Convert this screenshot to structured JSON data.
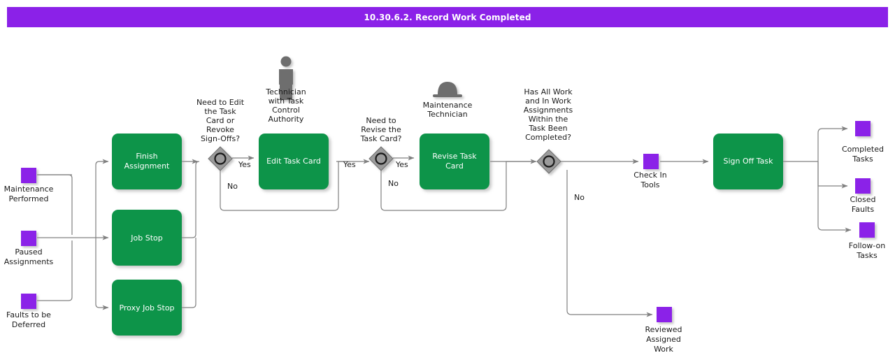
{
  "header": {
    "title": "10.30.6.2. Record Work Completed",
    "bar_color": "#8B21E8",
    "text_color": "#FFFFFF"
  },
  "theme": {
    "data_object_color": "#8B21E8",
    "task_color": "#09944A",
    "gateway_fill": "#9B9B9B",
    "gateway_stroke": "#555555",
    "connector_color": "#808080",
    "role_icon_color": "#6E6E6E",
    "label_color": "#1A1A1A"
  },
  "diagram": {
    "type": "bpmn-process-flow",
    "inputs": [
      {
        "id": "in-maintenance-performed",
        "label": "Maintenance\nPerformed",
        "line1": "Maintenance",
        "line2": "Performed",
        "kind": "data-object"
      },
      {
        "id": "in-paused-assignments",
        "label": "Paused\nAssignments",
        "line1": "Paused",
        "line2": "Assignments",
        "kind": "data-object"
      },
      {
        "id": "in-faults-to-be-deferred",
        "label": "Faults to be\nDeferred",
        "line1": "Faults to be",
        "line2": "Deferred",
        "kind": "data-object"
      }
    ],
    "tasks": [
      {
        "id": "task-finish-assignment",
        "line1": "Finish",
        "line2": "Assignment",
        "kind": "task"
      },
      {
        "id": "task-job-stop",
        "line1": "Job Stop",
        "line2": "",
        "kind": "task"
      },
      {
        "id": "task-proxy-job-stop",
        "line1": "Proxy Job Stop",
        "line2": "",
        "kind": "task"
      },
      {
        "id": "task-edit-task-card",
        "line1": "Edit Task Card",
        "line2": "",
        "kind": "task"
      },
      {
        "id": "task-revise-task-card",
        "line1": "Revise Task",
        "line2": "Card",
        "kind": "task"
      },
      {
        "id": "task-sign-off-task",
        "line1": "Sign Off Task",
        "line2": "",
        "kind": "task"
      }
    ],
    "gateways": [
      {
        "id": "gw-need-to-edit",
        "kind": "event-based-gateway",
        "question_lines": [
          "Need to Edit",
          "the Task",
          "Card or",
          "Revoke",
          "Sign-Offs?"
        ],
        "branches": [
          "Yes",
          "No"
        ]
      },
      {
        "id": "gw-need-to-revise",
        "kind": "event-based-gateway",
        "question_lines": [
          "Need to",
          "Revise the",
          "Task Card?"
        ],
        "branches": [
          "Yes",
          "No"
        ]
      },
      {
        "id": "gw-all-work-completed",
        "kind": "event-based-gateway",
        "question_lines": [
          "Has All Work",
          "and In Work",
          "Assignments",
          "Within the",
          "Task Been",
          "Completed?"
        ],
        "branches": [
          "No"
        ]
      }
    ],
    "roles": [
      {
        "id": "role-technician-task-control-authority",
        "icon": "person-icon",
        "lines": [
          "Technician",
          "with Task",
          "Control",
          "Authority"
        ]
      },
      {
        "id": "role-maintenance-technician",
        "icon": "role-hat-icon",
        "lines": [
          "Maintenance",
          "Technician"
        ]
      }
    ],
    "intermediate_data": [
      {
        "id": "data-check-in-tools",
        "line1": "Check In",
        "line2": "Tools",
        "kind": "data-object"
      }
    ],
    "outputs": [
      {
        "id": "out-completed-tasks",
        "line1": "Completed",
        "line2": "Tasks",
        "kind": "data-object"
      },
      {
        "id": "out-closed-faults",
        "line1": "Closed",
        "line2": "Faults",
        "kind": "data-object"
      },
      {
        "id": "out-follow-on-tasks",
        "line1": "Follow-on",
        "line2": "Tasks",
        "kind": "data-object"
      },
      {
        "id": "out-reviewed-assigned-work",
        "line1": "Reviewed",
        "line2": "Assigned",
        "line3": "Work",
        "kind": "data-object"
      }
    ],
    "edge_labels": {
      "gw1_yes": "Yes",
      "gw1_no": "No",
      "gw2_in_yes": "Yes",
      "gw2_yes": "Yes",
      "gw2_no": "No",
      "gw3_no": "No"
    }
  }
}
